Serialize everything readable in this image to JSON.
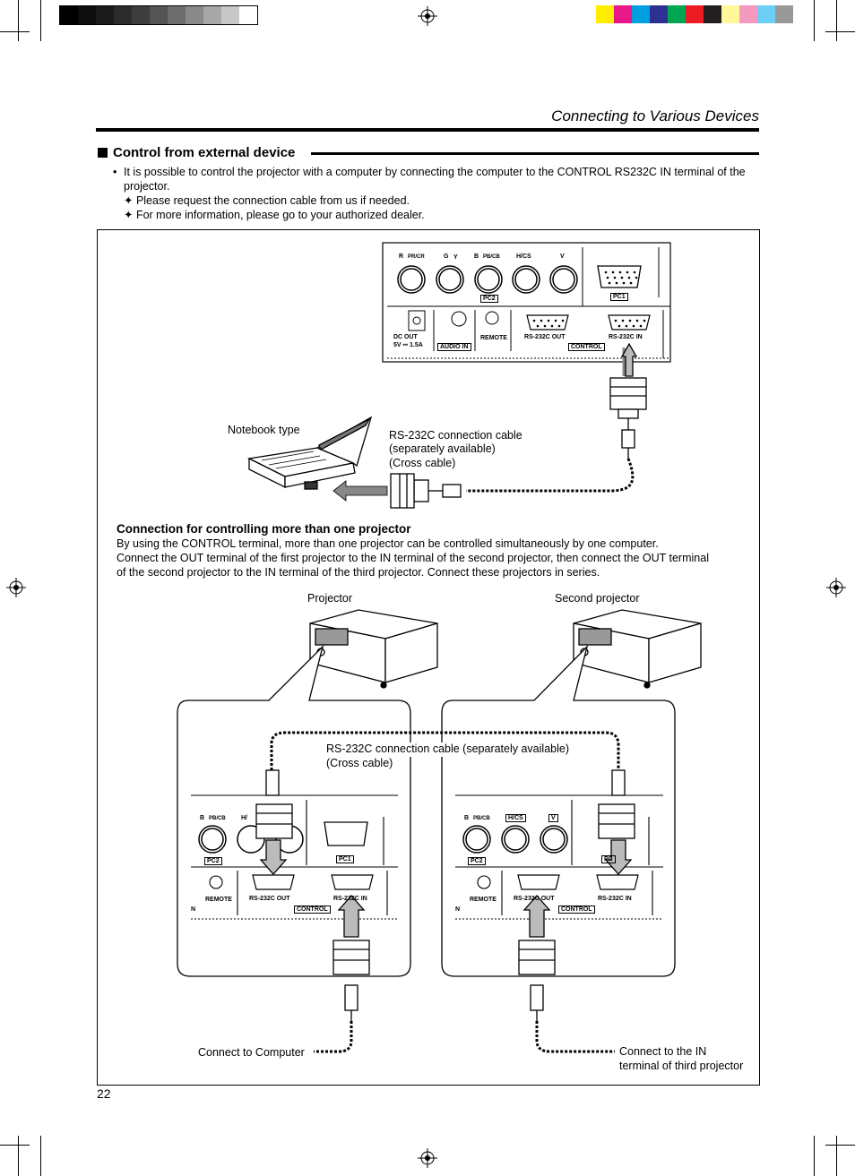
{
  "registration": {
    "left_swatches": [
      "#000000",
      "#0d0d0d",
      "#1a1a1a",
      "#2b2b2b",
      "#3d3d3d",
      "#545454",
      "#6e6e6e",
      "#8a8a8a",
      "#a8a8a8",
      "#c8c8c8",
      "#ffffff"
    ],
    "right_swatches": [
      "#ffee00",
      "#e8178a",
      "#00a0e0",
      "#2e3192",
      "#00a651",
      "#ed1c24",
      "#231f20",
      "#fff799",
      "#f49ac1",
      "#6dcff6",
      "#999999"
    ]
  },
  "header": {
    "title": "Connecting to Various Devices"
  },
  "section": {
    "title": "Control from external device",
    "bullet": "It is possible to control the projector with a computer by connecting the computer to the CONTROL RS232C IN terminal of the",
    "bullet_cont": "projector.",
    "notes": [
      "✦ Please request the connection cable from us if needed.",
      "✦ For more information, please go to your authorized dealer."
    ]
  },
  "diagram1": {
    "panel_labels": {
      "r": "R",
      "pr_cr": "PR/CR",
      "g": "G",
      "y": "Y",
      "b": "B",
      "pb_cb": "PB/CB",
      "hcs": "H/CS",
      "v": "V",
      "pc2": "PC2",
      "pc1": "PC1",
      "dc_out": "DC OUT",
      "dc_spec": "5V ⎓ 1.5A",
      "audio_in": "AUDIO IN",
      "remote": "REMOTE",
      "rs_out": "RS-232C OUT",
      "rs_in": "RS-232C IN",
      "control": "CONTROL"
    },
    "notebook_label": "Notebook type",
    "cable_label_1": "RS-232C connection cable",
    "cable_label_2": "(separately available)",
    "cable_label_3": "(Cross cable)"
  },
  "multi": {
    "heading": "Connection for controlling more than one projector",
    "para": [
      "By using the CONTROL terminal, more than one projector can be controlled simultaneously by one computer.",
      "Connect the OUT terminal of the first projector to the IN terminal of the second projector, then connect the OUT terminal",
      "of the second projector to the IN terminal of the third projector. Connect these projectors in series."
    ],
    "projector_label": "Projector",
    "second_projector_label": "Second projector",
    "cable_label_1": "RS-232C connection cable (separately available)",
    "cable_label_2": "(Cross cable)",
    "connect_computer": "Connect to Computer",
    "connect_third_1": "Connect to the IN",
    "connect_third_2": "terminal of third projector",
    "panel_labels": {
      "b": "B",
      "pb_cb": "PB/CB",
      "h_partial": "H/",
      "hcs": "H/CS",
      "v": "V",
      "pc2": "PC2",
      "pc1": "PC1",
      "pc_partial": "PC",
      "remote": "REMOTE",
      "rs_out": "RS-232C OUT",
      "rs_in": "RS-232C IN",
      "control": "CONTROL",
      "n": "N"
    }
  },
  "page_number": "22"
}
